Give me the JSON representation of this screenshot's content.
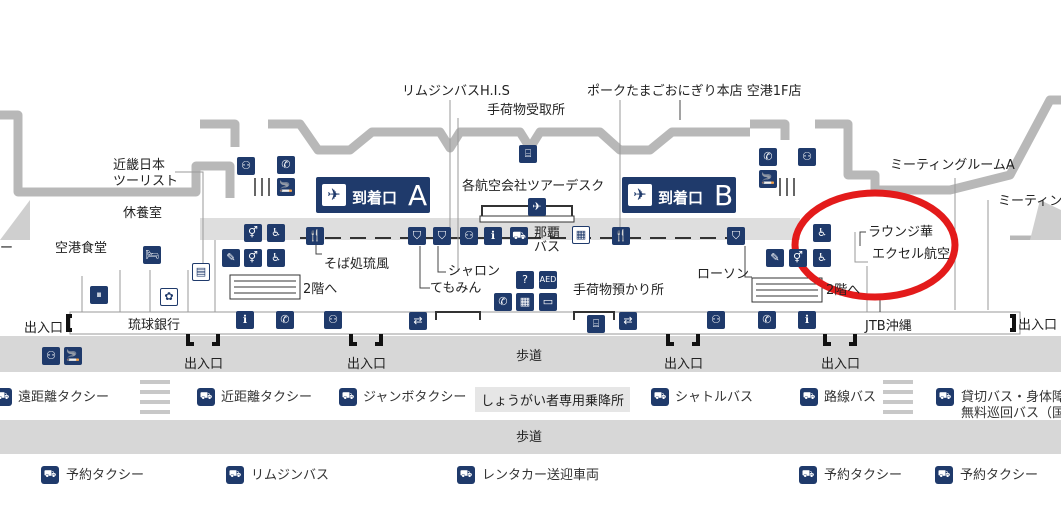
{
  "labels": {
    "kinki_l1": "近畿日本",
    "kinki_l2": "ツーリスト",
    "rest": "休養室",
    "food": "空港食堂",
    "ryukyu": "琉球銀行",
    "soba": "そば処琉風",
    "sharon": "シャロン",
    "temomin": "てもみん",
    "limo_his": "リムジンバスH.I.S",
    "baggage_rec": "手荷物受取所",
    "tour_desk": "各航空会社ツアーデスク",
    "naha_bus": "那覇バス",
    "baggage_keep": "手荷物預かり所",
    "pork": "ポークたまごおにぎり本店 空港1F店",
    "lawson": "ローソン",
    "meeting_a": "ミーティングルームA",
    "meeting_b": "ミーティン",
    "lounge": "ラウンジ華",
    "excel": "エクセル航空",
    "jtb": "JTB沖縄",
    "to2f_left": "2階へ",
    "to2f_right": "2階へ",
    "left_cut": "ー"
  },
  "arrivals": [
    {
      "prefix": "到着口",
      "letter": "A"
    },
    {
      "prefix": "到着口",
      "letter": "B"
    }
  ],
  "exits": {
    "left": "出入口",
    "right": "出入口",
    "bottom": [
      "出入口",
      "出入口",
      "出入口",
      "出入口"
    ]
  },
  "walkways": [
    "歩道",
    "歩道"
  ],
  "road1": [
    "遠距離タクシー",
    "近距離タクシー",
    "ジャンボタクシー",
    "シャトルバス",
    "路線バス",
    "貸切バス・身体障",
    "無料巡回バス（国"
  ],
  "special_lane": "しょうがい者専用乗降所",
  "road2": [
    "予約タクシー",
    "リムジンバス",
    "レンタカー送迎車両",
    "予約タクシー",
    "予約タクシー"
  ],
  "icon_texts": {
    "aed": "AED"
  },
  "colors": {
    "navy": "#1f3a6b",
    "gray": "#d9d9d9",
    "highlight": "#e31b1b"
  }
}
